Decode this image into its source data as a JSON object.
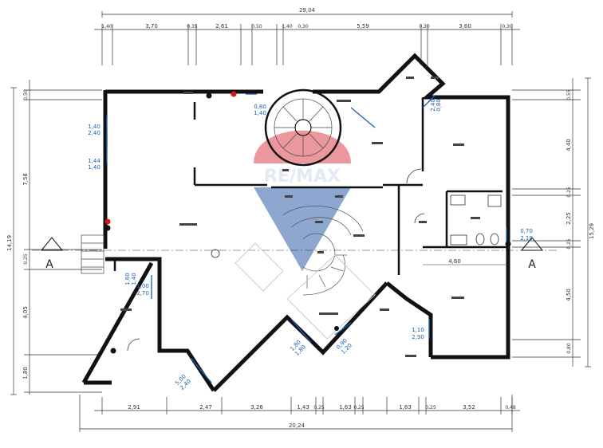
{
  "watermark": {
    "brand": "RE/MAX",
    "balloon_red": "#d9434e",
    "balloon_blue": "#2f5fa8"
  },
  "top_dims": {
    "total": "29,04",
    "segments": [
      "1,40",
      "3,70",
      "0,35",
      "2,61",
      "0,50",
      "1,40",
      "0,30",
      "5,59",
      "0,30",
      "3,60",
      "0,30"
    ]
  },
  "bottom_dims": {
    "total": "20,24",
    "segments": [
      "2,91",
      "2,47",
      "3,26",
      "1,43",
      "0,25",
      "1,63",
      "0,25",
      "1,63",
      "0,25",
      "3,52",
      "0,48"
    ]
  },
  "left_dims": {
    "total": "14,19",
    "segments": [
      "0,50",
      "7,58",
      "0,25",
      "4,05",
      "1,80"
    ]
  },
  "right_dims": {
    "total": "15,29",
    "segments": [
      "0,55",
      "4,40",
      "0,25",
      "2,25",
      "0,25",
      "4,50",
      "0,80"
    ]
  },
  "openings": [
    {
      "a": "1,40",
      "b": "2,40"
    },
    {
      "a": "1,44",
      "b": "1,40"
    },
    {
      "a": "0,80",
      "b": "1,40"
    },
    {
      "a": "0,80",
      "b": "2,40"
    },
    {
      "a": "1,60",
      "b": "1,40"
    },
    {
      "a": "1,00",
      "b": "2,70"
    },
    {
      "a": "0,70",
      "b": "2,10"
    },
    {
      "a": "1,10",
      "b": "2,30"
    },
    {
      "a": "1,80",
      "b": "1,80"
    },
    {
      "a": "0,90",
      "b": "1,20"
    },
    {
      "a": "5,00",
      "b": "2,40"
    }
  ],
  "inner_dims": {
    "corridor": "4,60"
  },
  "section_marks": {
    "left": "A",
    "right": "A"
  },
  "colors": {
    "wall": "#111111",
    "dim": "#333333",
    "opening": "#1a5fb4",
    "marker_red": "#d11a1a",
    "marker_black": "#111111"
  }
}
